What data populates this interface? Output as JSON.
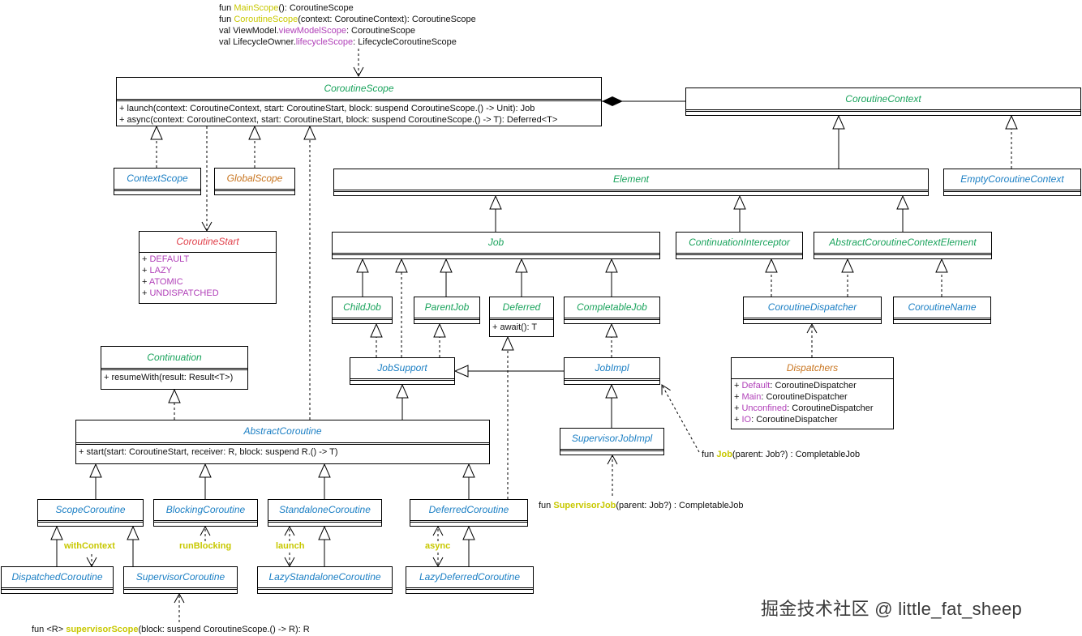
{
  "colors": {
    "green": "#1aa35c",
    "blue": "#1b7fc4",
    "orange": "#c8741e",
    "red": "#e0404a",
    "purple": "#b03fb8",
    "yellow": "#c8c800"
  },
  "top_notes": [
    {
      "pre": "fun ",
      "hl": "MainScope",
      "post": "(): CoroutineScope",
      "hl_color": "yellow"
    },
    {
      "pre": "fun ",
      "hl": "CoroutineScope",
      "post": "(context: CoroutineContext): CoroutineScope",
      "hl_color": "yellow"
    },
    {
      "pre": "val ViewModel.",
      "hl": "viewModelScope",
      "post": ": CoroutineScope",
      "hl_color": "purple"
    },
    {
      "pre": "val LifecycleOwner.",
      "hl": "lifecycleScope",
      "post": ": LifecycleCoroutineScope",
      "hl_color": "purple"
    }
  ],
  "classes": {
    "coroutine_scope": {
      "name": "CoroutineScope",
      "color": "green",
      "rows": [
        "+ launch(context: CoroutineContext, start: CoroutineStart, block: suspend CoroutineScope.() -> Unit): Job",
        "+ async(context: CoroutineContext, start: CoroutineStart, block: suspend CoroutineScope.() -> T): Deferred<T>"
      ]
    },
    "coroutine_context": {
      "name": "CoroutineContext",
      "color": "green"
    },
    "context_scope": {
      "name": "ContextScope",
      "color": "blue"
    },
    "global_scope": {
      "name": "GlobalScope",
      "color": "orange"
    },
    "element": {
      "name": "Element",
      "color": "green"
    },
    "empty_coroutine_context": {
      "name": "EmptyCoroutineContext",
      "color": "blue"
    },
    "coroutine_start": {
      "name": "CoroutineStart",
      "color": "red",
      "rows": [
        "DEFAULT",
        "LAZY",
        "ATOMIC",
        "UNDISPATCHED"
      ]
    },
    "job": {
      "name": "Job",
      "color": "green"
    },
    "continuation_interceptor": {
      "name": "ContinuationInterceptor",
      "color": "green"
    },
    "abstract_coroutine_context_element": {
      "name": "AbstractCoroutineContextElement",
      "color": "green"
    },
    "child_job": {
      "name": "ChildJob",
      "color": "green"
    },
    "parent_job": {
      "name": "ParentJob",
      "color": "green"
    },
    "deferred": {
      "name": "Deferred",
      "color": "green",
      "rows": [
        "+ await(): T"
      ]
    },
    "completable_job": {
      "name": "CompletableJob",
      "color": "green"
    },
    "coroutine_dispatcher": {
      "name": "CoroutineDispatcher",
      "color": "blue"
    },
    "coroutine_name": {
      "name": "CoroutineName",
      "color": "blue"
    },
    "continuation": {
      "name": "Continuation",
      "color": "green",
      "rows": [
        "+ resumeWith(result: Result<T>)"
      ]
    },
    "job_support": {
      "name": "JobSupport",
      "color": "blue"
    },
    "job_impl": {
      "name": "JobImpl",
      "color": "blue"
    },
    "dispatchers": {
      "name": "Dispatchers",
      "color": "orange",
      "rows": [
        {
          "k": "Default",
          "v": ": CoroutineDispatcher"
        },
        {
          "k": "Main",
          "v": ": CoroutineDispatcher"
        },
        {
          "k": "Unconfined",
          "v": ": CoroutineDispatcher"
        },
        {
          "k": "IO",
          "v": ": CoroutineDispatcher"
        }
      ]
    },
    "abstract_coroutine": {
      "name": "AbstractCoroutine",
      "color": "blue",
      "rows": [
        "+ start(start: CoroutineStart, receiver: R, block: suspend R.() -> T)"
      ]
    },
    "supervisor_job_impl": {
      "name": "SupervisorJobImpl",
      "color": "blue"
    },
    "scope_coroutine": {
      "name": "ScopeCoroutine",
      "color": "blue"
    },
    "blocking_coroutine": {
      "name": "BlockingCoroutine",
      "color": "blue"
    },
    "standalone_coroutine": {
      "name": "StandaloneCoroutine",
      "color": "blue"
    },
    "deferred_coroutine": {
      "name": "DeferredCoroutine",
      "color": "blue"
    },
    "dispatched_coroutine": {
      "name": "DispatchedCoroutine",
      "color": "blue"
    },
    "supervisor_coroutine": {
      "name": "SupervisorCoroutine",
      "color": "blue"
    },
    "lazy_standalone_coroutine": {
      "name": "LazyStandaloneCoroutine",
      "color": "blue"
    },
    "lazy_deferred_coroutine": {
      "name": "LazyDeferredCoroutine",
      "color": "blue"
    }
  },
  "edge_labels": {
    "with_context": "withContext",
    "run_blocking": "runBlocking",
    "launch": "launch",
    "async": "async"
  },
  "notes": {
    "job_fun": {
      "pre": "fun ",
      "hl": "Job",
      "post": "(parent: Job?) : CompletableJob"
    },
    "supervisor_job_fun": {
      "pre": "fun ",
      "hl": "SupervisorJob",
      "post": "(parent: Job?) : CompletableJob"
    },
    "supervisor_scope_fun": {
      "pre": "fun <R> ",
      "hl": "supervisorScope",
      "post": "(block: suspend CoroutineScope.() -> R): R"
    }
  },
  "watermark": "掘金技术社区 @ little_fat_sheep"
}
